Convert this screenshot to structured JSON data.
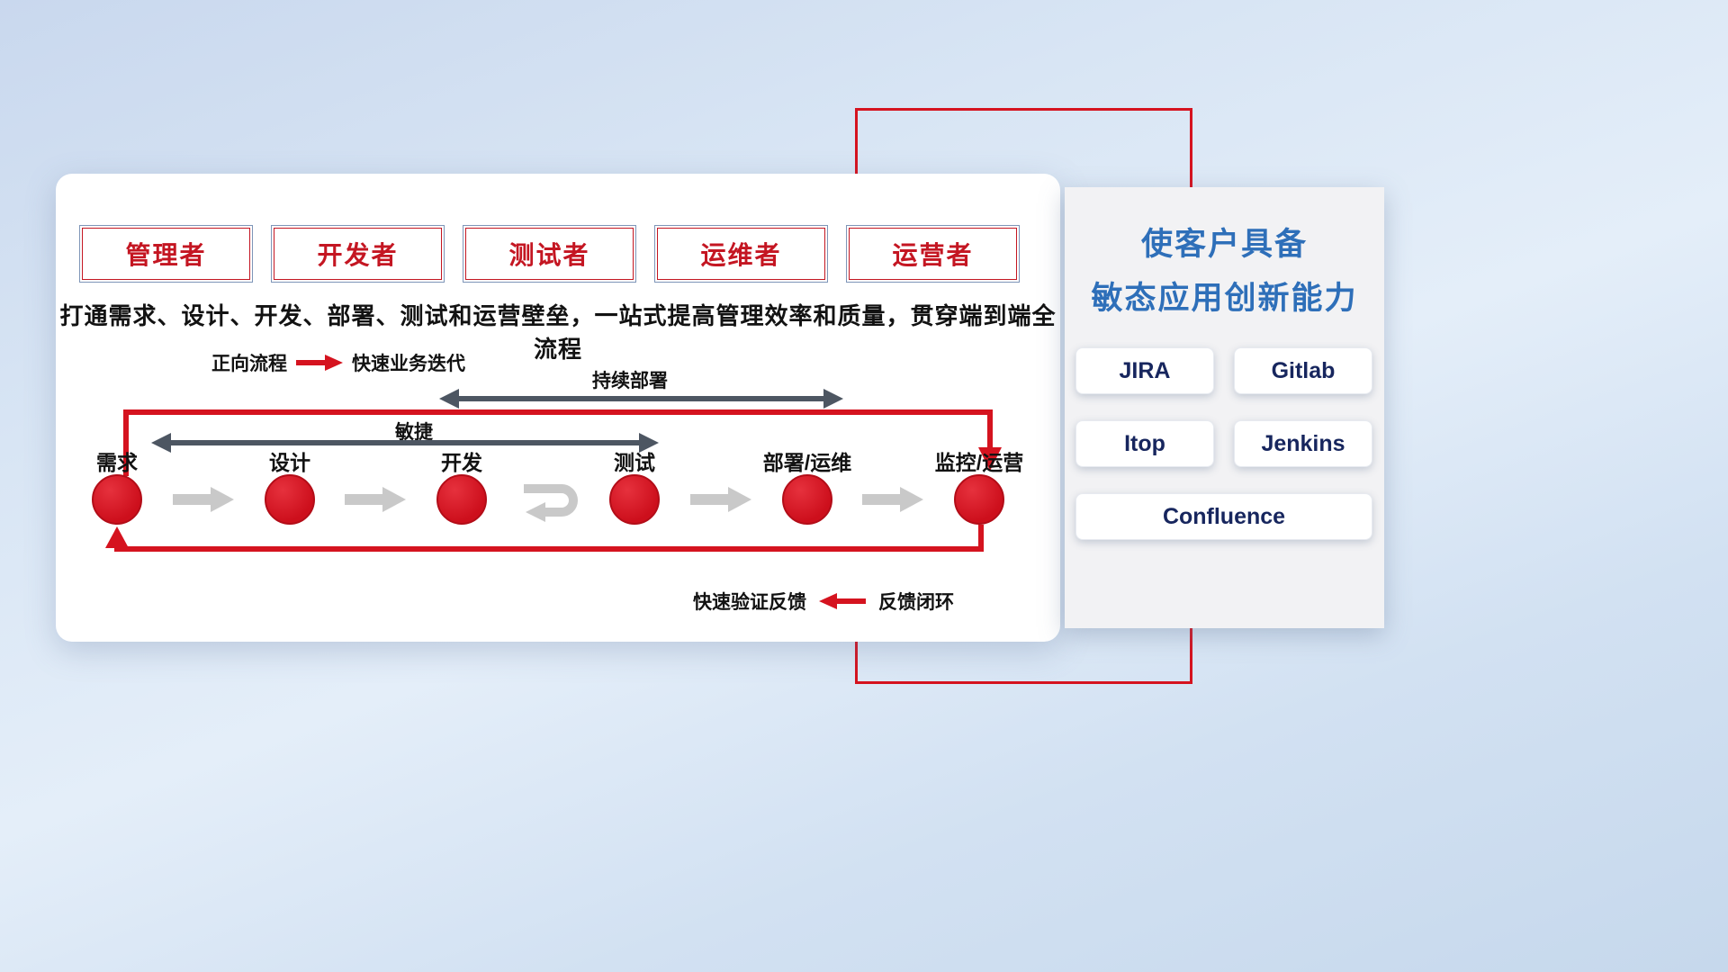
{
  "roles": [
    {
      "label": "管理者"
    },
    {
      "label": "开发者"
    },
    {
      "label": "测试者"
    },
    {
      "label": "运维者"
    },
    {
      "label": "运营者"
    }
  ],
  "description": "打通需求、设计、开发、部署、测试和运营壁垒，一站式提高管理效率和质量，贯穿端到端全流程",
  "legend": {
    "forward_label": "正向流程",
    "forward_desc": "快速业务迭代",
    "feedback_desc": "快速验证反馈",
    "feedback_label": "反馈闭环"
  },
  "spans": {
    "continuous_deploy": "持续部署",
    "agile": "敏捷"
  },
  "stages": [
    {
      "label": "需求"
    },
    {
      "label": "设计"
    },
    {
      "label": "开发"
    },
    {
      "label": "测试"
    },
    {
      "label": "部署/运维"
    },
    {
      "label": "监控/运营"
    }
  ],
  "right_panel": {
    "title_line1": "使客户具备",
    "title_line2": "敏态应用创新能力",
    "tools": [
      "JIRA",
      "Gitlab",
      "Itop",
      "Jenkins",
      "Confluence"
    ]
  },
  "colors": {
    "accent_red": "#d5131f",
    "title_blue": "#2e6fb9",
    "tool_text_navy": "#17265e",
    "span_arrow_gray": "#4d5662",
    "flow_arrow_gray": "#c9c9c9"
  }
}
